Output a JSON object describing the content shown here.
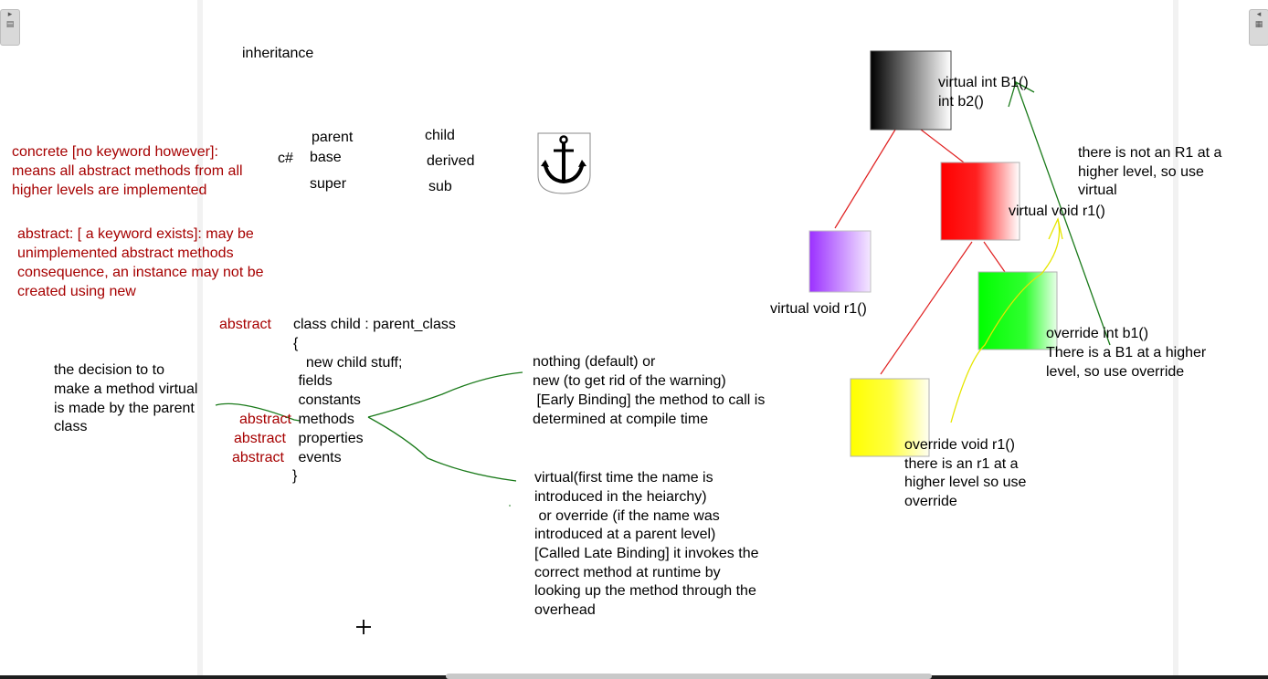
{
  "title": "inheritance",
  "table": {
    "lang_label": "c#",
    "col1": [
      "parent",
      "base",
      "super"
    ],
    "col2": [
      "child",
      "derived",
      "sub"
    ]
  },
  "notes": {
    "concrete": [
      "concrete [no keyword however]:",
      "means all abstract methods from all",
      "higher levels are implemented"
    ],
    "abstract": [
      "abstract: [ a keyword exists]: may be",
      "unimplemented abstract methods",
      "consequence, an instance may not be",
      "created using new"
    ],
    "decision": [
      "the decision to to",
      "make a method virtual",
      "is made by the parent",
      "class"
    ]
  },
  "class_code": {
    "abstract_kw": "abstract",
    "lines": [
      "class child : parent_class",
      "{",
      "  new child stuff;",
      " fields",
      " constants",
      " methods",
      " properties",
      " events",
      "}"
    ],
    "member_abstract": [
      "abstract",
      "abstract",
      "abstract"
    ]
  },
  "binding": {
    "early": [
      "nothing (default) or",
      "new (to get rid of the warning)",
      " [Early Binding] the method to call is",
      "determined at compile time"
    ],
    "late": [
      "virtual(first time the name is",
      "introduced in the heiarchy)",
      " or override (if the name was",
      "introduced at a parent level)",
      "[Called Late Binding] it invokes the",
      "correct method at runtime by",
      "looking up the method through the",
      "overhead"
    ]
  },
  "diagram": {
    "black_box": [
      "virtual int B1()",
      "int b2()"
    ],
    "purple_box": "virtual void r1()",
    "red_box": "virtual void r1()",
    "red_note": [
      "there is not an R1 at a",
      "higher level, so use",
      "virtual"
    ],
    "green_box": [
      "override int b1()",
      "There is a B1 at a higher",
      "level, so use override"
    ],
    "yellow_box": [
      "override void r1()",
      "there is an r1 at a",
      "higher level so use",
      "override"
    ]
  },
  "side_tabs": {
    "left": "▸",
    "right": "◂"
  },
  "colors": {
    "note_red": "#a60000",
    "line_red": "#e02020",
    "ink_green": "#1a7a1a",
    "ink_yellow": "#e6e600"
  }
}
